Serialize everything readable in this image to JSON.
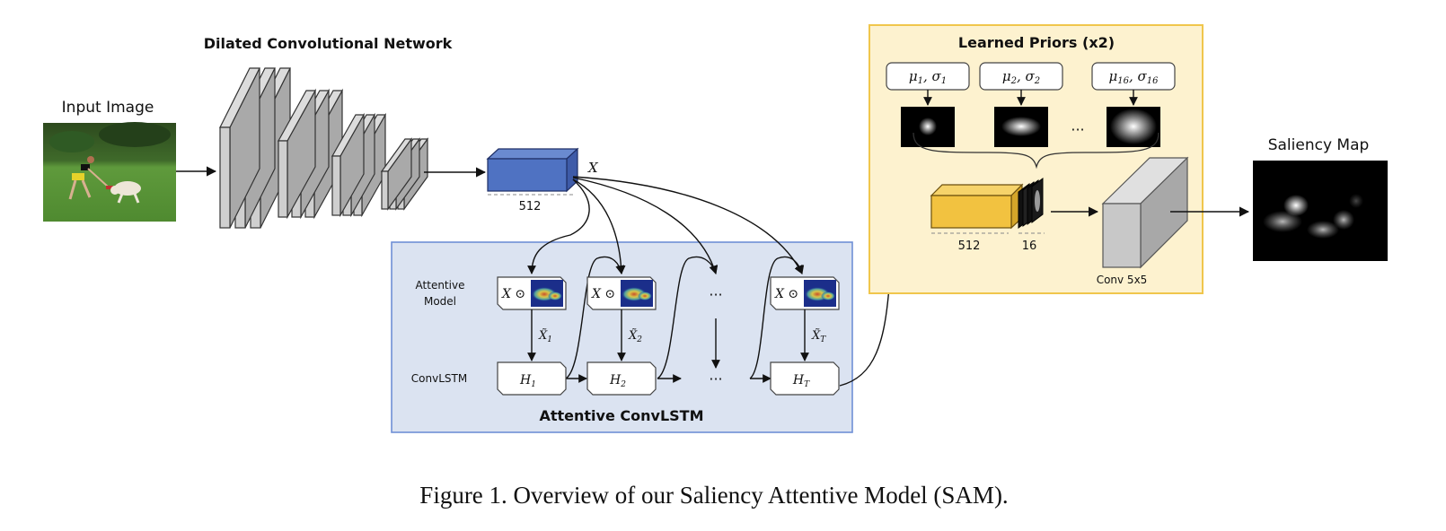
{
  "figure": {
    "caption": "Figure 1. Overview of our Saliency Attentive Model (SAM).",
    "colors": {
      "feature_block_blue": "#4f72c2",
      "attentive_panel_fill": "#dbe3f1",
      "attentive_panel_border": "#6f8fd6",
      "priors_panel_fill": "#fdf2cf",
      "priors_panel_border": "#f0c64c",
      "prior_block_yellow": "#f2c240",
      "conv_gray": "#c8c8c8"
    }
  },
  "input": {
    "label": "Input Image"
  },
  "dcn": {
    "title": "Dilated Convolutional Network",
    "feature_block": {
      "symbol": "X",
      "channels": "512"
    }
  },
  "attentive_convlstm": {
    "title": "Attentive ConvLSTM",
    "row_labels": {
      "attentive": [
        "Attentive",
        "Model"
      ],
      "convlstm": "ConvLSTM"
    },
    "steps": [
      {
        "attn_expr": "X ⊙",
        "input": "X̃",
        "input_sub": "1",
        "hidden": "H",
        "hidden_sub": "1"
      },
      {
        "attn_expr": "X ⊙",
        "input": "X̃",
        "input_sub": "2",
        "hidden": "H",
        "hidden_sub": "2"
      },
      {
        "ellipsis": "···"
      },
      {
        "attn_expr": "X ⊙",
        "input": "X̃",
        "input_sub": "T",
        "hidden": "H",
        "hidden_sub": "T"
      }
    ]
  },
  "learned_priors": {
    "title": "Learned Priors (x2)",
    "params": [
      {
        "mu": "μ",
        "sigma": "σ",
        "sub": "1"
      },
      {
        "mu": "μ",
        "sigma": "σ",
        "sub": "2"
      },
      {
        "mu": "μ",
        "sigma": "σ",
        "sub": "16"
      }
    ],
    "ellipsis": "···",
    "concat": {
      "features": "512",
      "priors": "16"
    },
    "conv_label": "Conv 5x5"
  },
  "output": {
    "label": "Saliency Map"
  }
}
